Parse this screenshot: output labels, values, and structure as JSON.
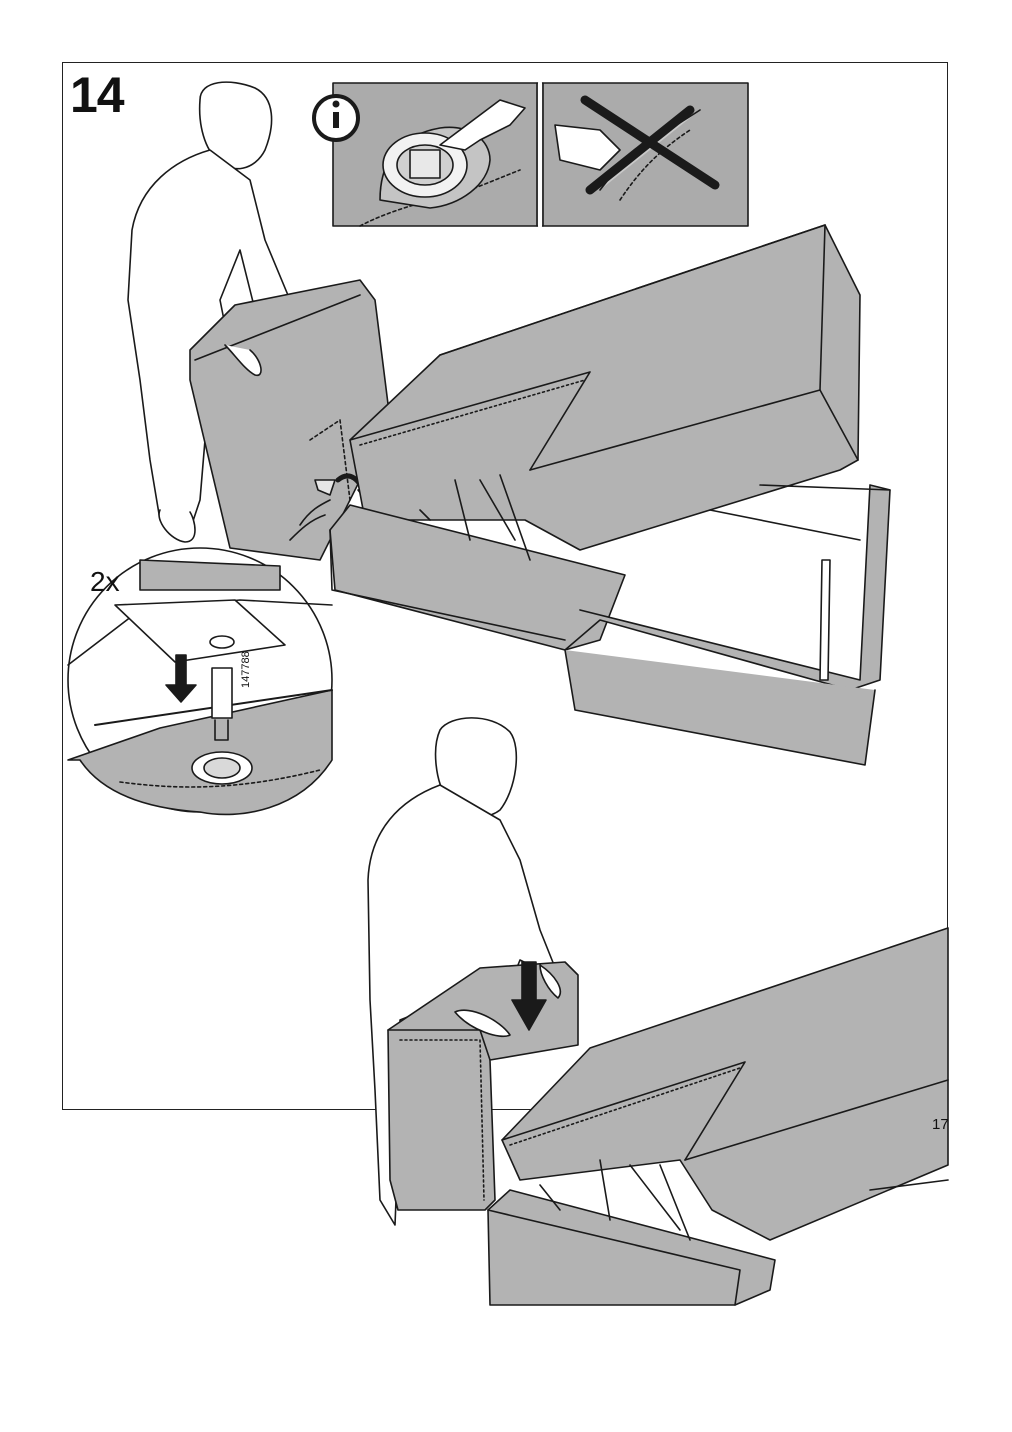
{
  "step": {
    "number": "14"
  },
  "callout": {
    "quantity": "2x",
    "part_id": "147788"
  },
  "info_panel": {
    "icon": "info-icon",
    "wrong_mark": "cross-icon"
  },
  "page": {
    "number": "17"
  },
  "colors": {
    "upholstery": "#b3b3b3",
    "upholstery_dark": "#9d9d9d",
    "line": "#1a1a1a",
    "panel_bg": "#ababab"
  }
}
